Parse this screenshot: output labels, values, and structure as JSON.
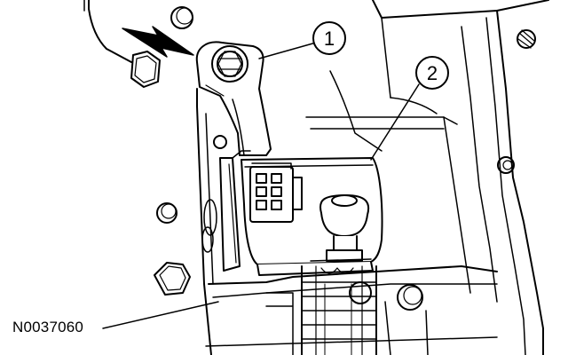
{
  "figure": {
    "figure_code": "N0037060",
    "callouts": [
      {
        "number": "1"
      },
      {
        "number": "2"
      }
    ]
  },
  "colors": {
    "ink": "#000000",
    "paper": "#ffffff"
  }
}
